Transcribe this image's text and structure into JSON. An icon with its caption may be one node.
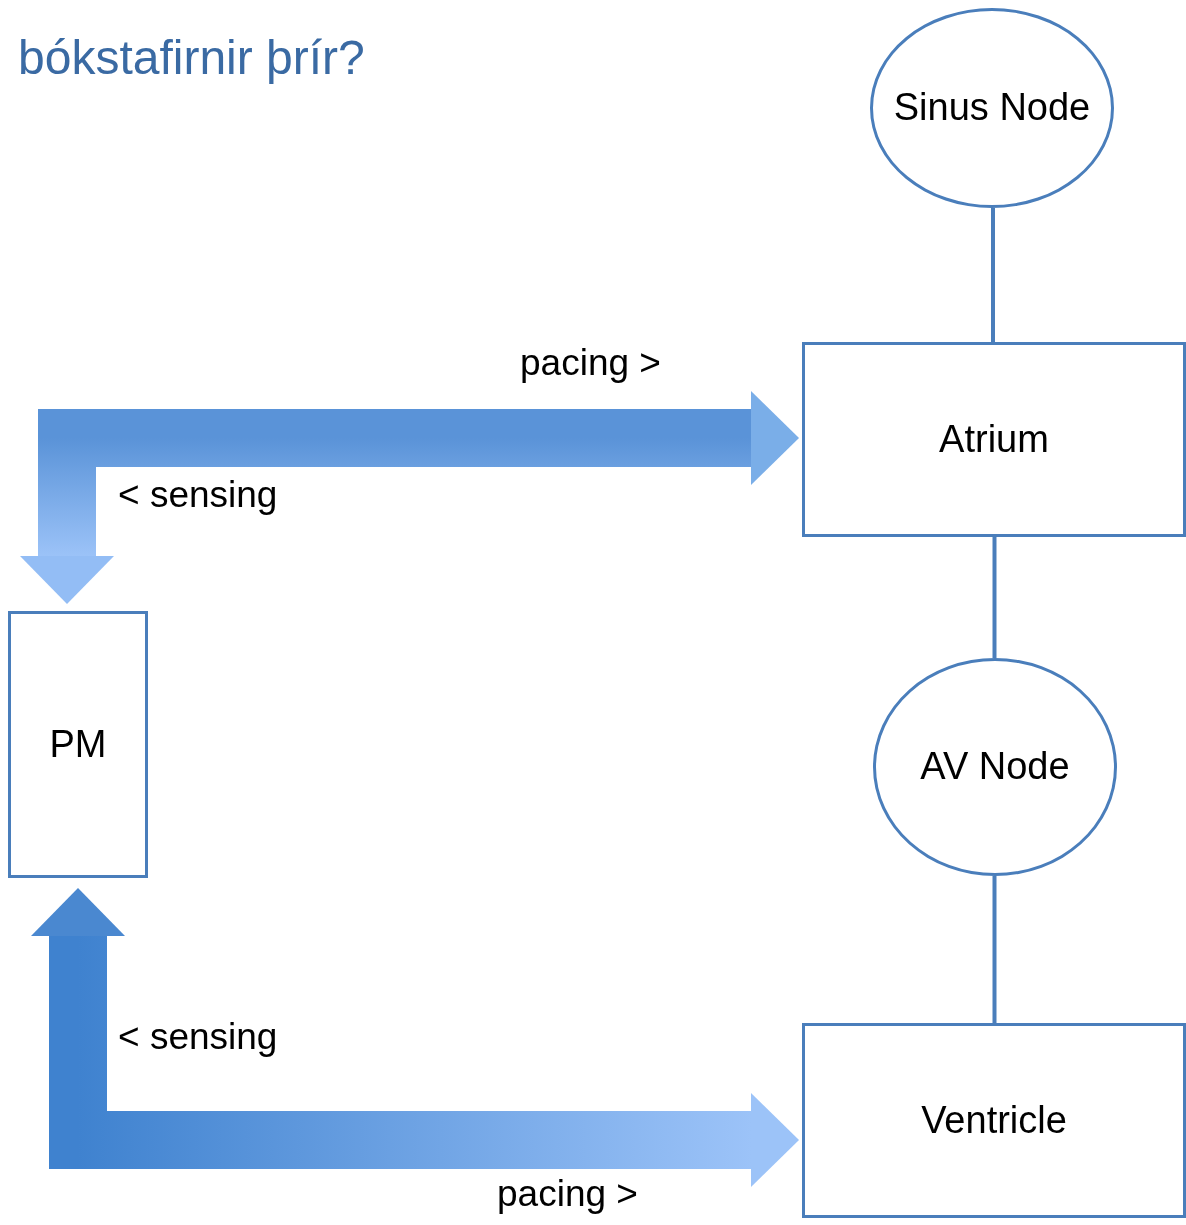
{
  "diagram": {
    "title": "bókstafirnir þrír?",
    "nodes": [
      {
        "text": [
          "Sinus Node"
        ]
      },
      {
        "text": [
          "Atrium"
        ]
      },
      {
        "text": [
          "AV Node"
        ]
      },
      {
        "text": [
          "Ventricle"
        ]
      },
      {
        "text": [
          "PM"
        ]
      }
    ],
    "edges": [
      {
        "from": 0,
        "to": 1,
        "arrow": "none"
      },
      {
        "from": 1,
        "to": 2,
        "arrow": "none"
      },
      {
        "from": 2,
        "to": 3,
        "arrow": "none"
      },
      {
        "from": 4,
        "to": 1,
        "arrow": "both",
        "style": "thick"
      },
      {
        "from": 4,
        "to": 3,
        "arrow": "both",
        "style": "thick"
      }
    ],
    "labels": [
      "pacing >",
      "< sensing",
      "< sensing",
      "pacing >"
    ]
  }
}
